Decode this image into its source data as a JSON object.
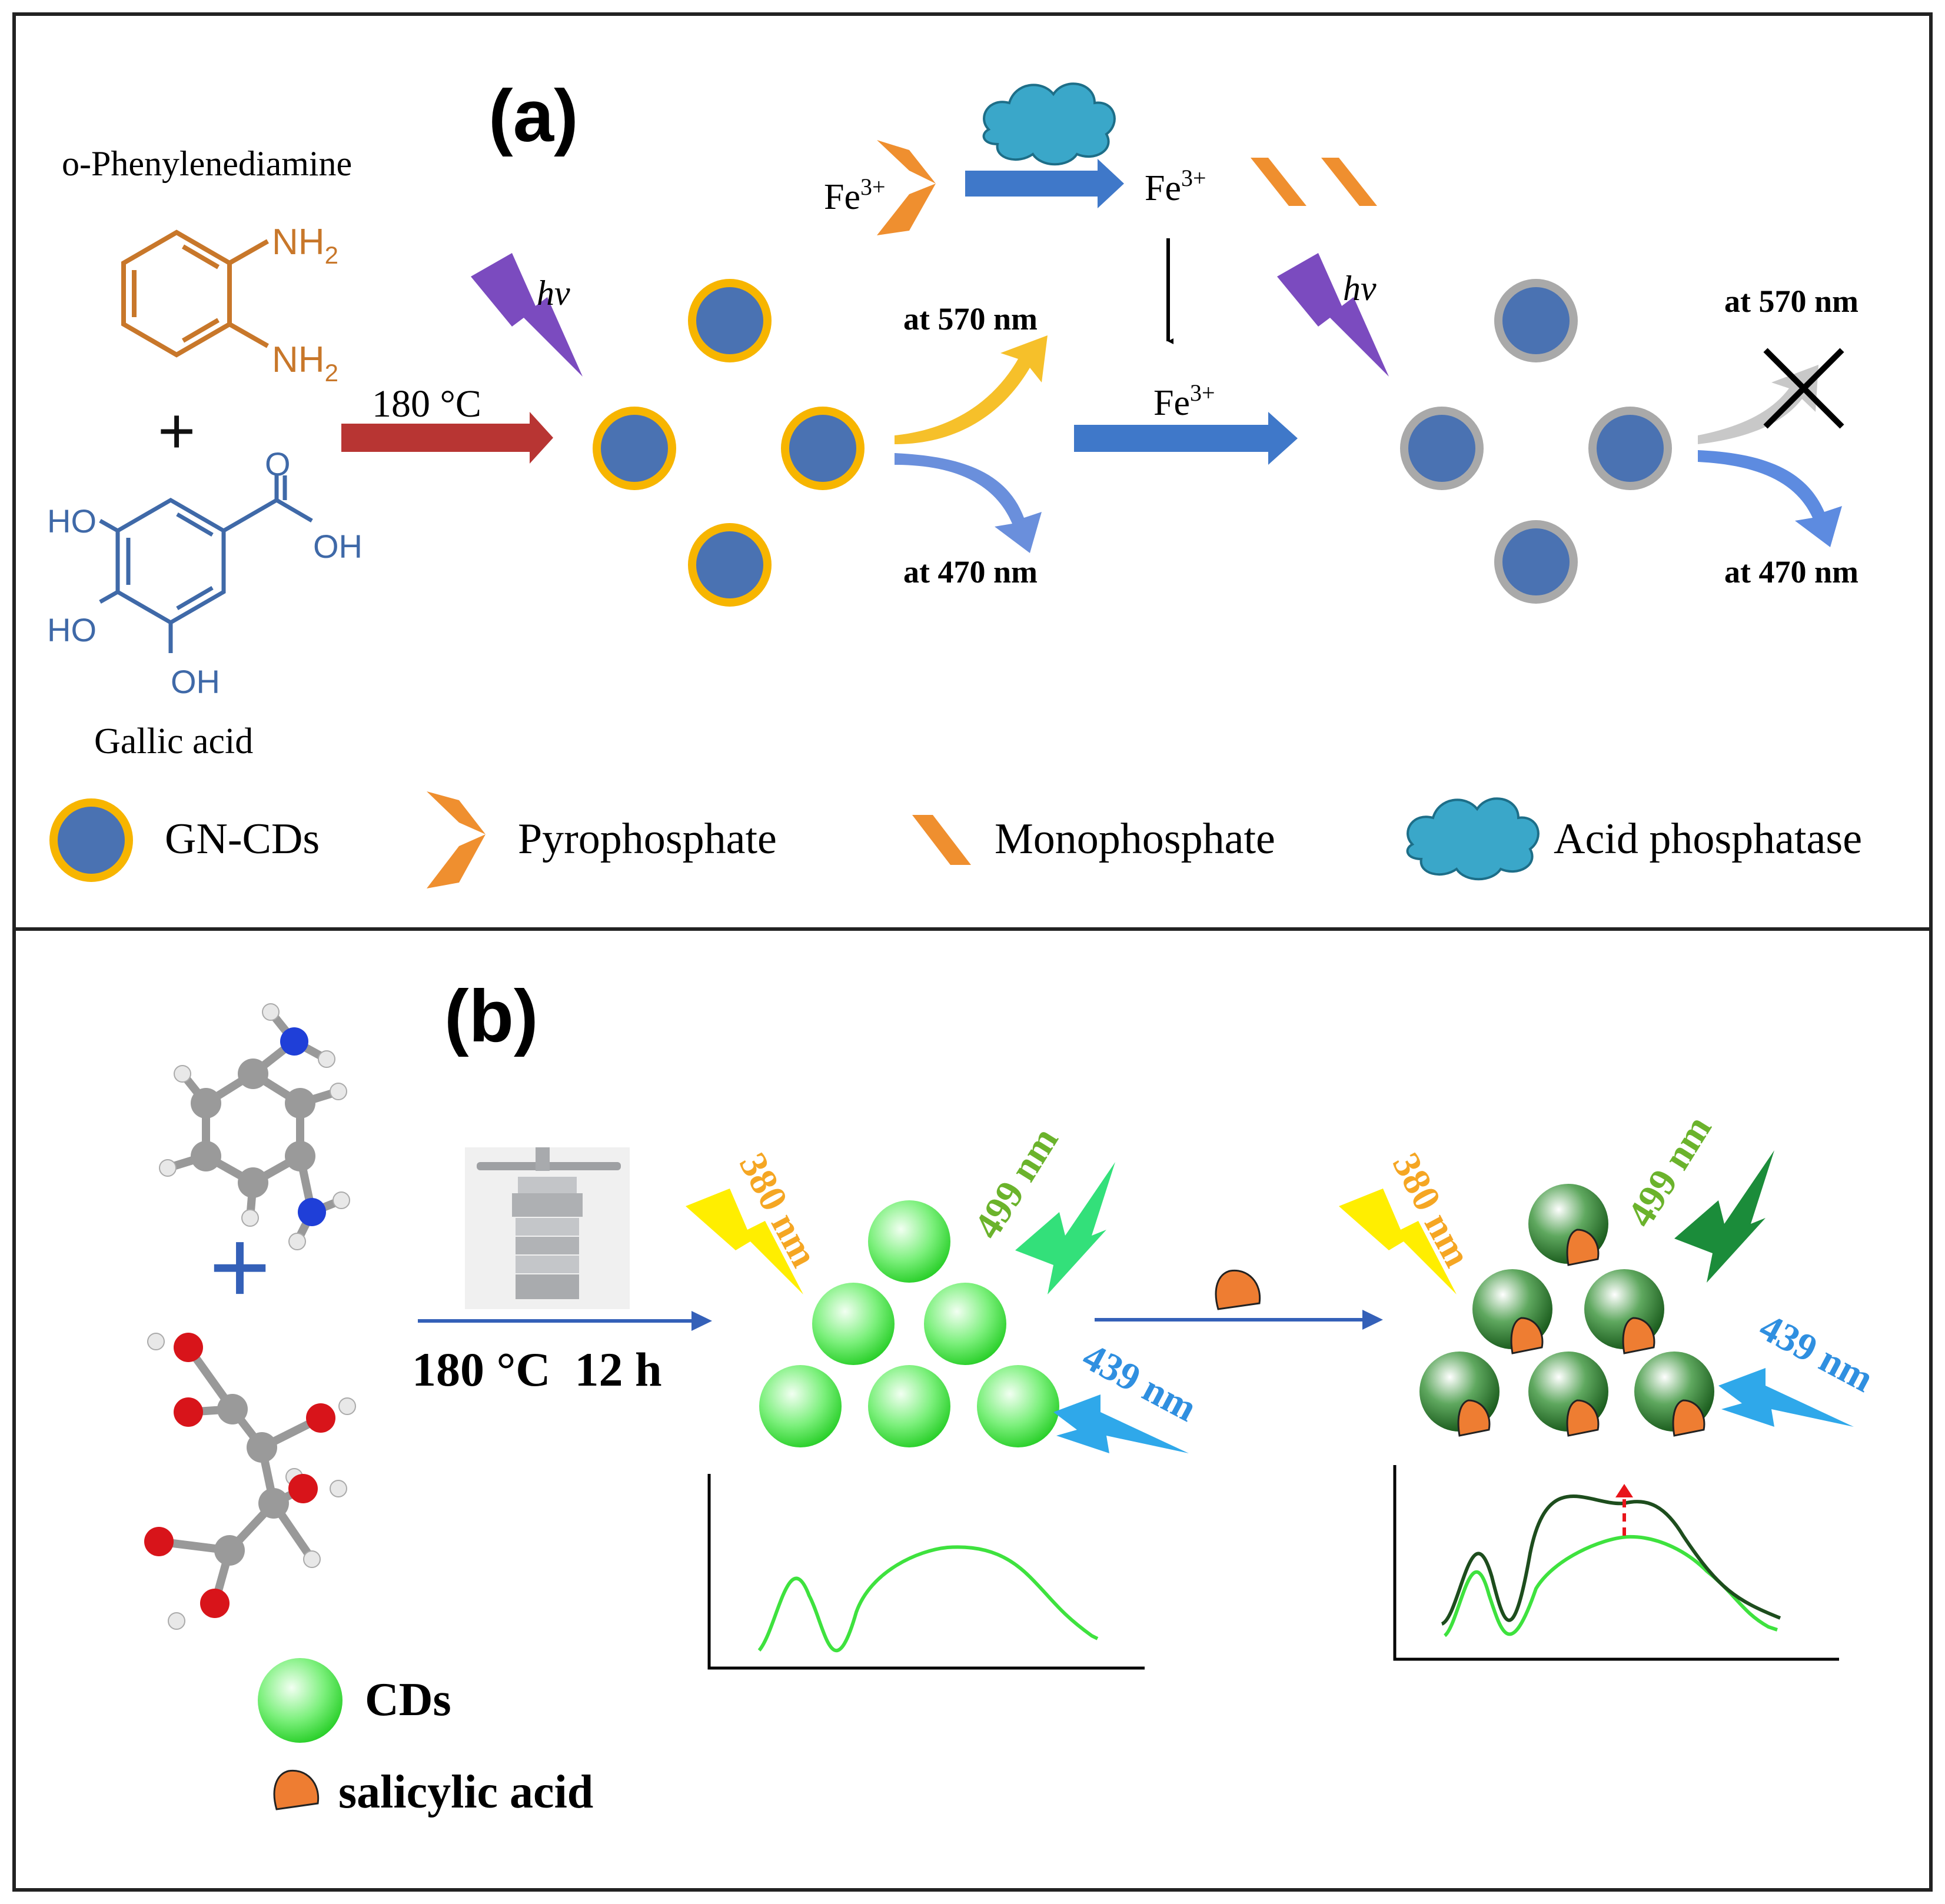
{
  "panel_a": {
    "label": "(a)",
    "reactant1": "o-Phenylenediamine",
    "reactant2": "Gallic acid",
    "plus": "+",
    "nh2_top": "NH",
    "nh2_bottom": "NH",
    "sub2": "2",
    "ho_top": "HO",
    "ho_mid": "HO",
    "oh_bottom": "OH",
    "oh_acid": "OH",
    "o_acid": "O",
    "hv": "hv",
    "synthesis_temp": "180 °C",
    "fe_left": "Fe",
    "fe_mid": "Fe",
    "fe_arrow": "Fe",
    "fe_sup": "3+",
    "at570_a": "at 570 nm",
    "at470_a": "at 470 nm",
    "at570_b": "at 570 nm",
    "at470_b": "at 470 nm",
    "legend": {
      "gn_cds": "GN-CDs",
      "pyrophosphate": "Pyrophosphate",
      "monophosphate": "Monophosphate",
      "acid_phosphatase": "Acid phosphatase"
    },
    "colors": {
      "reactant1": "#c8772a",
      "reactant2": "#3f69a8",
      "dot": "#4a72b2",
      "ring_on": "#f7b500",
      "ring_off": "#a9a9a9",
      "red_arrow": "#b83533",
      "blue_arrow": "#3f78c9",
      "phosphate": "#ef8f2f",
      "enzyme": "#3aa7c9",
      "lightning": "#7b4bbf"
    }
  },
  "panel_b": {
    "label": "(b)",
    "plus": "+",
    "conditions": "180 °C  12 h",
    "ex380_a": "380 nm",
    "em499_a": "499 nm",
    "em439_a": "439 nm",
    "ex380_b": "380 nm",
    "em499_b": "499 nm",
    "em439_b": "439 nm",
    "legend": {
      "cds": "CDs",
      "salicylic": "salicylic acid"
    },
    "colors": {
      "cd": "#3de03d",
      "cd_dark": "#1e7a1e",
      "yellow_bolt": "#ffee00",
      "green_bolt_light": "#33e07a",
      "green_bolt_dark": "#1b8c3a",
      "blue_bolt": "#2fa8ea",
      "salicylic": "#ee7d32"
    }
  }
}
